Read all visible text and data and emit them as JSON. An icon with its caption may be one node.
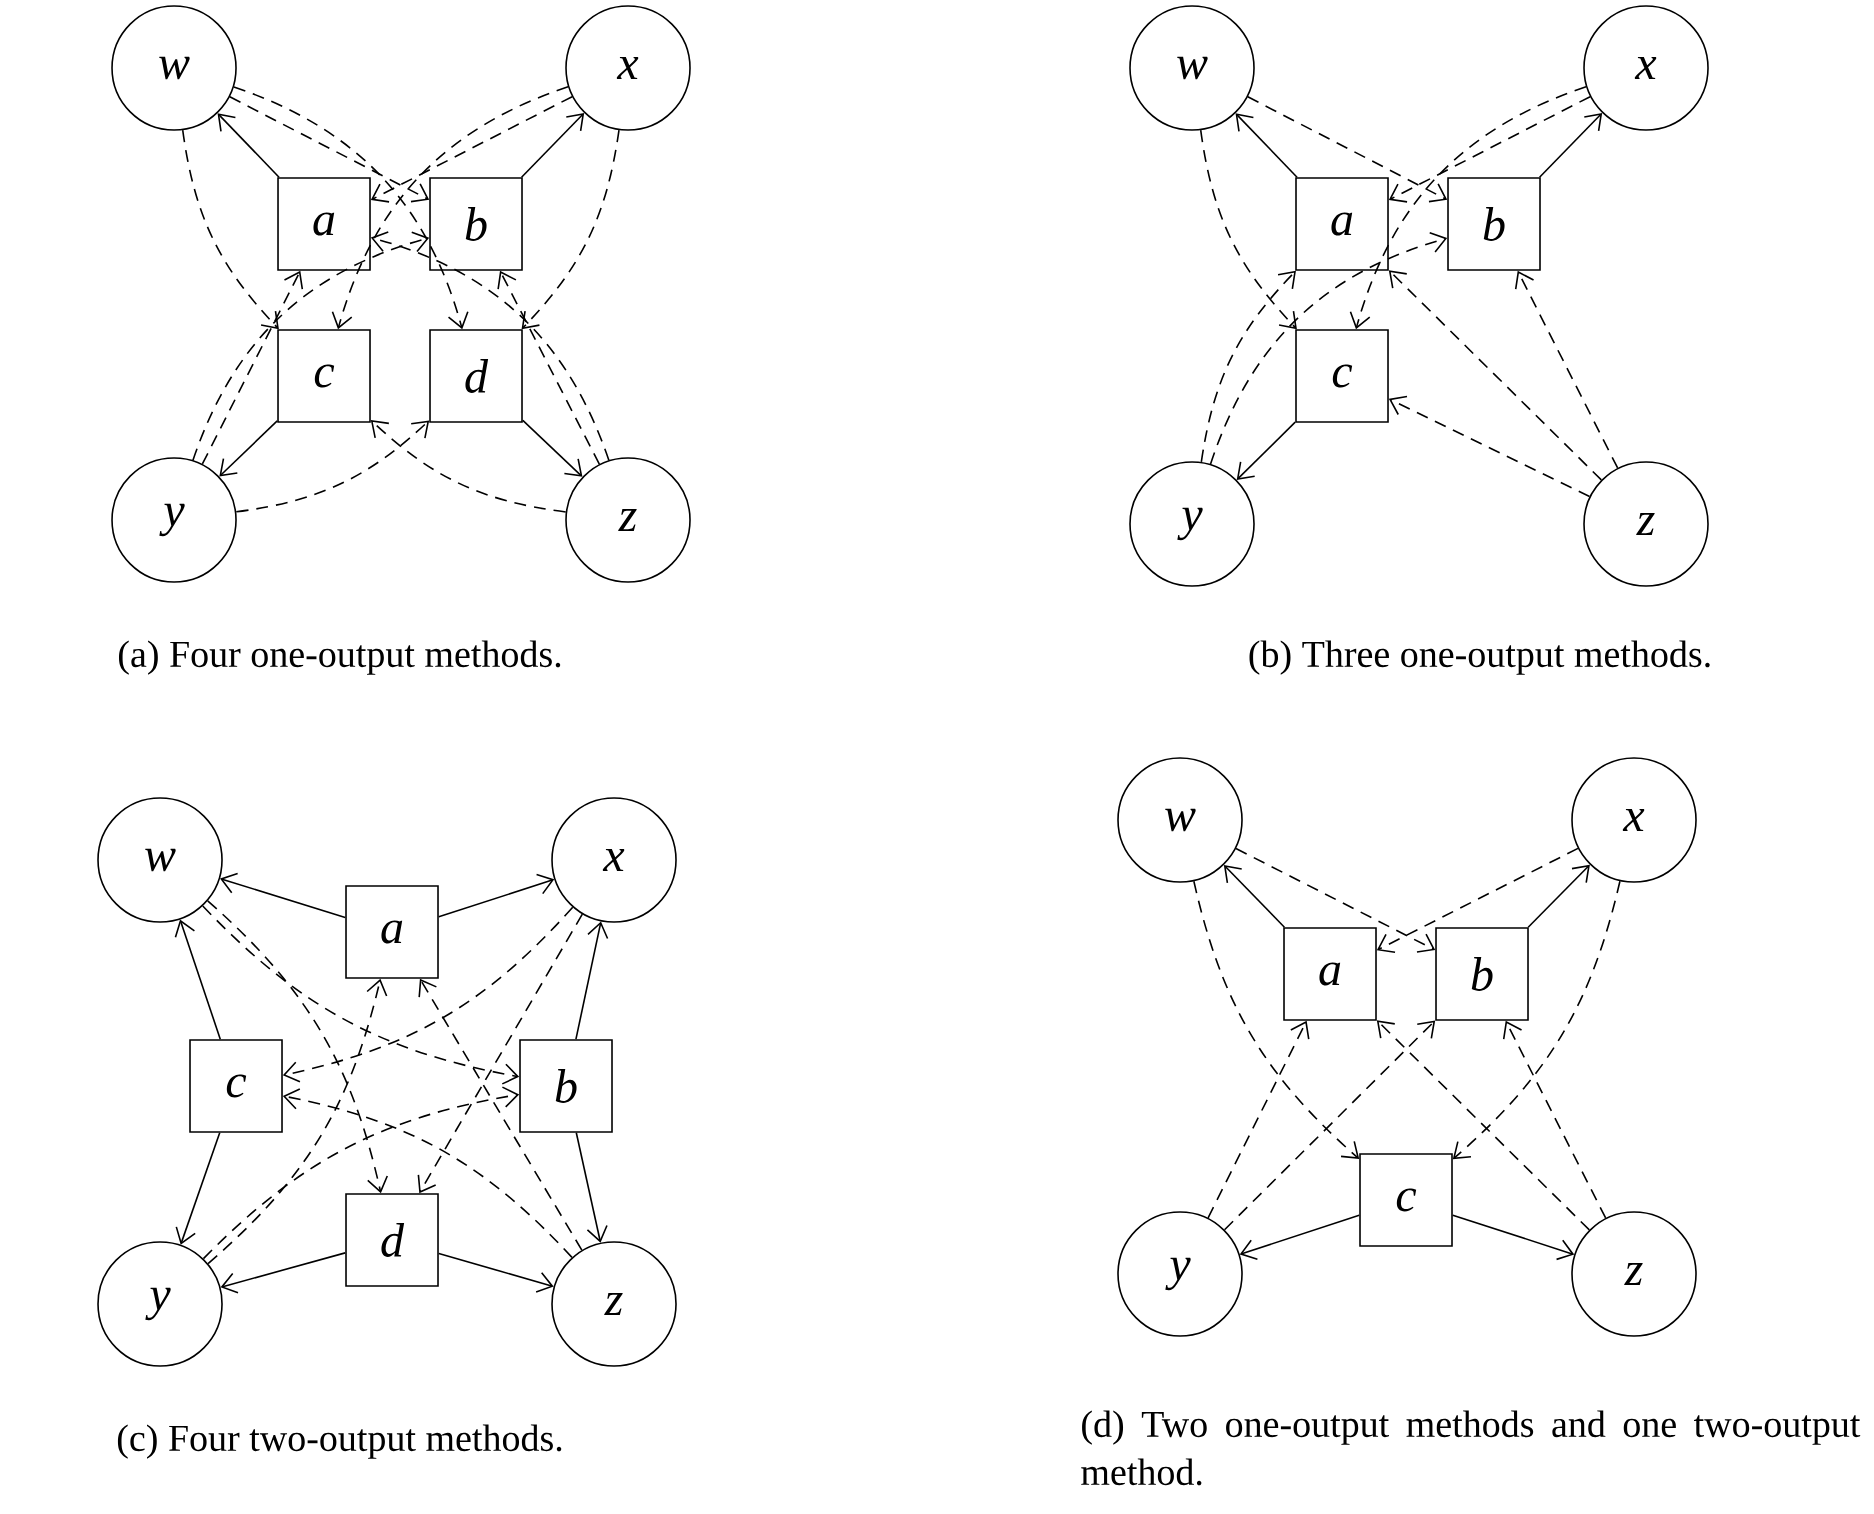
{
  "diagram": {
    "nodes": [
      {
        "text": [
          "w"
        ]
      },
      {
        "text": [
          "x"
        ]
      },
      {
        "text": [
          "a"
        ]
      },
      {
        "text": [
          "b"
        ]
      },
      {
        "text": [
          "c"
        ]
      },
      {
        "text": [
          "d"
        ]
      },
      {
        "text": [
          "y"
        ]
      },
      {
        "text": [
          "z"
        ]
      },
      {
        "text": [
          "w"
        ]
      },
      {
        "text": [
          "x"
        ]
      },
      {
        "text": [
          "a"
        ]
      },
      {
        "text": [
          "b"
        ]
      },
      {
        "text": [
          "c"
        ]
      },
      {
        "text": [
          "y"
        ]
      },
      {
        "text": [
          "z"
        ]
      },
      {
        "text": [
          "w"
        ]
      },
      {
        "text": [
          "a"
        ]
      },
      {
        "text": [
          "x"
        ]
      },
      {
        "text": [
          "c"
        ]
      },
      {
        "text": [
          "b"
        ]
      },
      {
        "text": [
          "d"
        ]
      },
      {
        "text": [
          "y"
        ]
      },
      {
        "text": [
          "z"
        ]
      },
      {
        "text": [
          "w"
        ]
      },
      {
        "text": [
          "x"
        ]
      },
      {
        "text": [
          "a"
        ]
      },
      {
        "text": [
          "b"
        ]
      },
      {
        "text": [
          "c"
        ]
      },
      {
        "text": [
          "y"
        ]
      },
      {
        "text": [
          "z"
        ]
      }
    ],
    "edges": [
      {
        "from": 2,
        "to": 0,
        "arrow": "to"
      },
      {
        "from": 3,
        "to": 1,
        "arrow": "to"
      },
      {
        "from": 4,
        "to": 6,
        "arrow": "to"
      },
      {
        "from": 5,
        "to": 7,
        "arrow": "to"
      },
      {
        "from": 1,
        "to": 2,
        "arrow": "to",
        "style": "dashed"
      },
      {
        "from": 6,
        "to": 2,
        "arrow": "to",
        "style": "dashed"
      },
      {
        "from": 7,
        "to": 2,
        "arrow": "to",
        "style": "dashed"
      },
      {
        "from": 0,
        "to": 3,
        "arrow": "to",
        "style": "dashed"
      },
      {
        "from": 6,
        "to": 3,
        "arrow": "to",
        "style": "dashed"
      },
      {
        "from": 7,
        "to": 3,
        "arrow": "to",
        "style": "dashed"
      },
      {
        "from": 0,
        "to": 4,
        "arrow": "to",
        "style": "dashed"
      },
      {
        "from": 1,
        "to": 4,
        "arrow": "to",
        "style": "dashed"
      },
      {
        "from": 7,
        "to": 4,
        "arrow": "to",
        "style": "dashed"
      },
      {
        "from": 0,
        "to": 5,
        "arrow": "to",
        "style": "dashed"
      },
      {
        "from": 1,
        "to": 5,
        "arrow": "to",
        "style": "dashed"
      },
      {
        "from": 6,
        "to": 5,
        "arrow": "to",
        "style": "dashed"
      },
      {
        "from": 10,
        "to": 8,
        "arrow": "to"
      },
      {
        "from": 11,
        "to": 9,
        "arrow": "to"
      },
      {
        "from": 12,
        "to": 13,
        "arrow": "to"
      },
      {
        "from": 9,
        "to": 10,
        "arrow": "to",
        "style": "dashed"
      },
      {
        "from": 13,
        "to": 10,
        "arrow": "to",
        "style": "dashed"
      },
      {
        "from": 14,
        "to": 10,
        "arrow": "to",
        "style": "dashed"
      },
      {
        "from": 8,
        "to": 11,
        "arrow": "to",
        "style": "dashed"
      },
      {
        "from": 13,
        "to": 11,
        "arrow": "to",
        "style": "dashed"
      },
      {
        "from": 14,
        "to": 11,
        "arrow": "to",
        "style": "dashed"
      },
      {
        "from": 8,
        "to": 12,
        "arrow": "to",
        "style": "dashed"
      },
      {
        "from": 9,
        "to": 12,
        "arrow": "to",
        "style": "dashed"
      },
      {
        "from": 14,
        "to": 12,
        "arrow": "to",
        "style": "dashed"
      },
      {
        "from": 16,
        "to": 15,
        "arrow": "to"
      },
      {
        "from": 16,
        "to": 17,
        "arrow": "to"
      },
      {
        "from": 19,
        "to": 17,
        "arrow": "to"
      },
      {
        "from": 19,
        "to": 22,
        "arrow": "to"
      },
      {
        "from": 18,
        "to": 15,
        "arrow": "to"
      },
      {
        "from": 18,
        "to": 21,
        "arrow": "to"
      },
      {
        "from": 20,
        "to": 21,
        "arrow": "to"
      },
      {
        "from": 20,
        "to": 22,
        "arrow": "to"
      },
      {
        "from": 21,
        "to": 16,
        "arrow": "to",
        "style": "dashed"
      },
      {
        "from": 22,
        "to": 16,
        "arrow": "to",
        "style": "dashed"
      },
      {
        "from": 15,
        "to": 19,
        "arrow": "to",
        "style": "dashed"
      },
      {
        "from": 21,
        "to": 19,
        "arrow": "to",
        "style": "dashed"
      },
      {
        "from": 17,
        "to": 18,
        "arrow": "to",
        "style": "dashed"
      },
      {
        "from": 22,
        "to": 18,
        "arrow": "to",
        "style": "dashed"
      },
      {
        "from": 15,
        "to": 20,
        "arrow": "to",
        "style": "dashed"
      },
      {
        "from": 17,
        "to": 20,
        "arrow": "to",
        "style": "dashed"
      },
      {
        "from": 25,
        "to": 23,
        "arrow": "to"
      },
      {
        "from": 26,
        "to": 24,
        "arrow": "to"
      },
      {
        "from": 27,
        "to": 28,
        "arrow": "to"
      },
      {
        "from": 27,
        "to": 29,
        "arrow": "to"
      },
      {
        "from": 24,
        "to": 25,
        "arrow": "to",
        "style": "dashed"
      },
      {
        "from": 28,
        "to": 25,
        "arrow": "to",
        "style": "dashed"
      },
      {
        "from": 29,
        "to": 25,
        "arrow": "to",
        "style": "dashed"
      },
      {
        "from": 23,
        "to": 26,
        "arrow": "to",
        "style": "dashed"
      },
      {
        "from": 28,
        "to": 26,
        "arrow": "to",
        "style": "dashed"
      },
      {
        "from": 29,
        "to": 26,
        "arrow": "to",
        "style": "dashed"
      },
      {
        "from": 23,
        "to": 27,
        "arrow": "to",
        "style": "dashed"
      },
      {
        "from": 24,
        "to": 27,
        "arrow": "to",
        "style": "dashed"
      }
    ],
    "labels": [
      "(a) Four one-output methods.",
      "(b) Three one-output methods.",
      "(c) Four two-output methods.",
      "(d) Two one-output methods and one two-output method."
    ]
  }
}
